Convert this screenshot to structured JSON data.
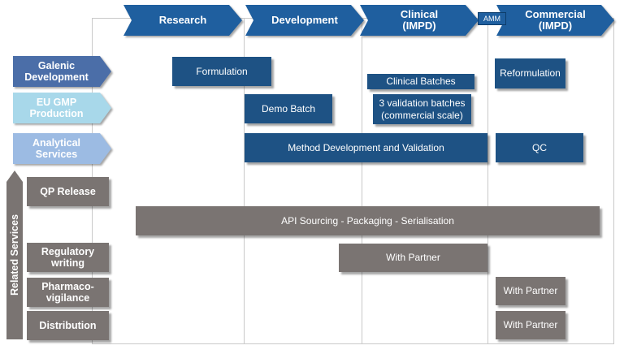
{
  "phases": {
    "research": "Research",
    "development": "Development",
    "clinical": "Clinical\n(IMPD)",
    "commercial": "Commercial\n(IMPD)"
  },
  "amm_label": "AMM",
  "rows": {
    "galenic": "Galenic\nDevelopment",
    "eu_gmp": "EU GMP\nProduction",
    "analytical": "Analytical\nServices"
  },
  "boxes": {
    "formulation": "Formulation",
    "clinical_batches": "Clinical Batches",
    "reformulation": "Reformulation",
    "demo_batch": "Demo Batch",
    "validation_batches": "3 validation batches\n(commercial scale)",
    "method_dev": "Method Development and Validation",
    "qc": "QC",
    "api_sourcing": "API Sourcing - Packaging - Serialisation",
    "with_partner_regulatory": "With Partner",
    "with_partner_pharmaco": "With Partner",
    "with_partner_distribution": "With Partner"
  },
  "related_services": {
    "title": "Related Services",
    "qp_release": "QP Release",
    "regulatory": "Regulatory\nwriting",
    "pharmacovigilance": "Pharmaco-\nvigilance",
    "distribution": "Distribution"
  },
  "colors": {
    "phase_blue": "#1f5f9f",
    "box_blue": "#1e5284",
    "galenic": "#4b6ea8",
    "eu_gmp": "#a8d8ea",
    "analytical": "#9cbbe3",
    "grey": "#7a7472",
    "grid": "#c9c9c9"
  }
}
